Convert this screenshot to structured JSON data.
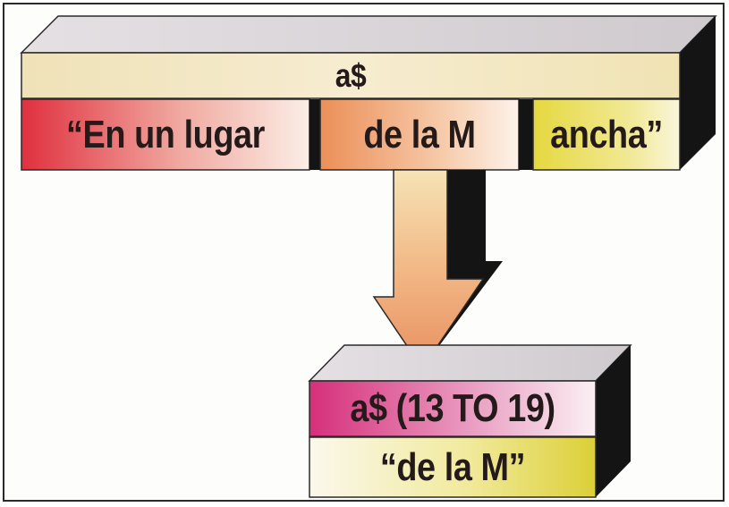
{
  "source": {
    "variable": "a$",
    "segments": [
      {
        "text": "“En un lugar",
        "color": "#e23a48"
      },
      {
        "text": "de la M",
        "color": "#ef9a5e"
      },
      {
        "text": "ancha”",
        "color": "#e6dc42"
      }
    ]
  },
  "result": {
    "expression": "a$ (13 TO 19)",
    "value": "“de la M”"
  },
  "colors": {
    "top_face": "#d7d3d6",
    "dark_face": "#141414",
    "bar": "#f1e3b6",
    "arrow": "#f0b278",
    "expression_bar": "#d9357e",
    "value_bar": "#e2d642"
  }
}
